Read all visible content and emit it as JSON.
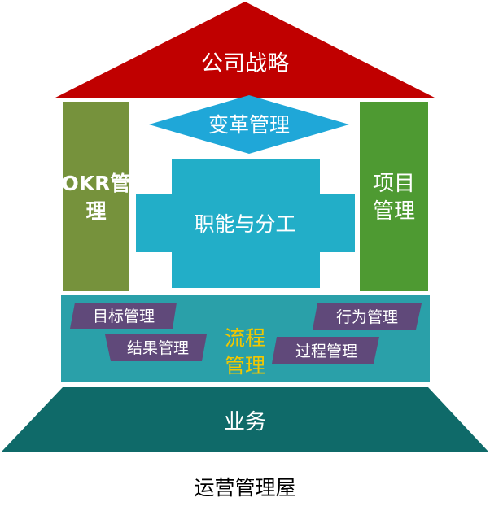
{
  "colors": {
    "roof": "#C00000",
    "pillar_left": "#76923C",
    "pillar_right": "#4E9A32",
    "diamond": "#1FA7D8",
    "cross": "#22AEC8",
    "band": "#2AA0A9",
    "tag": "#60497A",
    "base": "#0F6A69",
    "flow_text": "#F2C700"
  },
  "diagram": {
    "roof": "公司战略",
    "diamond": "变革管理",
    "left_pillar": {
      "line1": "OKR管",
      "line2": "理"
    },
    "right_pillar": {
      "line1": "项目",
      "line2": "管理"
    },
    "cross": "职能与分工",
    "band": {
      "center_line1": "流程",
      "center_line2": "管理",
      "tags": {
        "goal": "目标管理",
        "result": "结果管理",
        "behavior": "行为管理",
        "process": "过程管理"
      }
    },
    "base": "业务",
    "caption": "运营管理屋"
  }
}
